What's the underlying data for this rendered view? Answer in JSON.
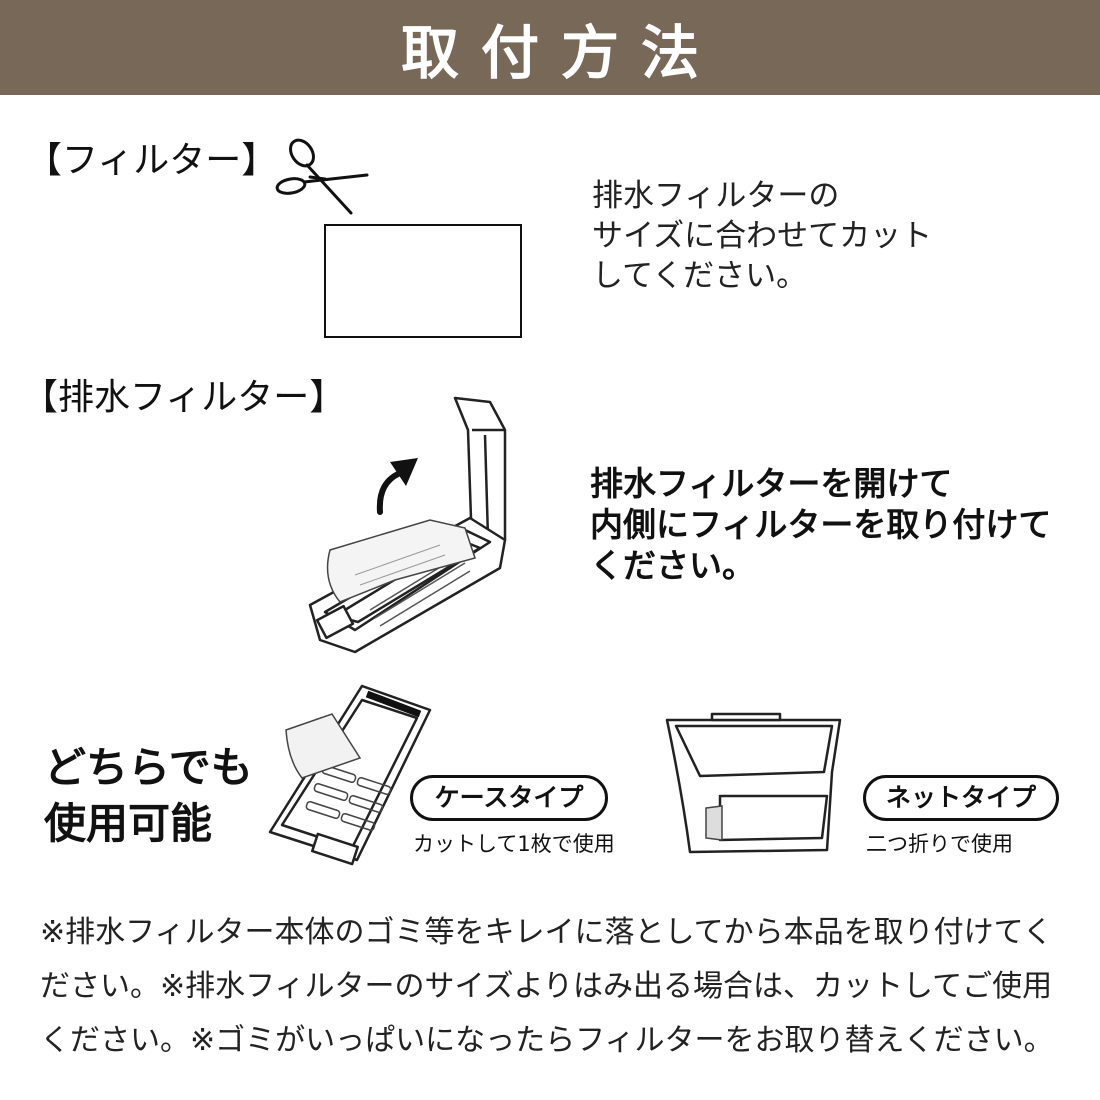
{
  "header": {
    "title": "取付方法"
  },
  "section_filter": {
    "label": "【フィルター】",
    "instruction": [
      "排水フィルターの",
      "サイズに合わせてカット",
      "してください。"
    ]
  },
  "section_drain": {
    "label": "【排水フィルター】",
    "instruction": [
      "排水フィルターを開けて",
      "内側にフィルターを取り付けて",
      "ください。"
    ]
  },
  "section_types": {
    "either_text": [
      "どちらでも",
      "使用可能"
    ],
    "case_type": {
      "label": "ケースタイプ",
      "caption": "カットして1枚で使用"
    },
    "net_type": {
      "label": "ネットタイプ",
      "caption": "二つ折りで使用"
    }
  },
  "notes": [
    "※排水フィルター本体のゴミ等をキレイに落としてから本品を取り付けてく",
    "ださい。※排水フィルターのサイズよりはみ出る場合は、カットしてご使用",
    "ください。※ゴミがいっぱいになったらフィルターをお取り替えください。"
  ],
  "icons": [
    "scissors-icon",
    "curved-arrow-icon"
  ],
  "colors": {
    "header_bg": "#786858",
    "header_text": "#ffffff",
    "text": "#111111"
  }
}
